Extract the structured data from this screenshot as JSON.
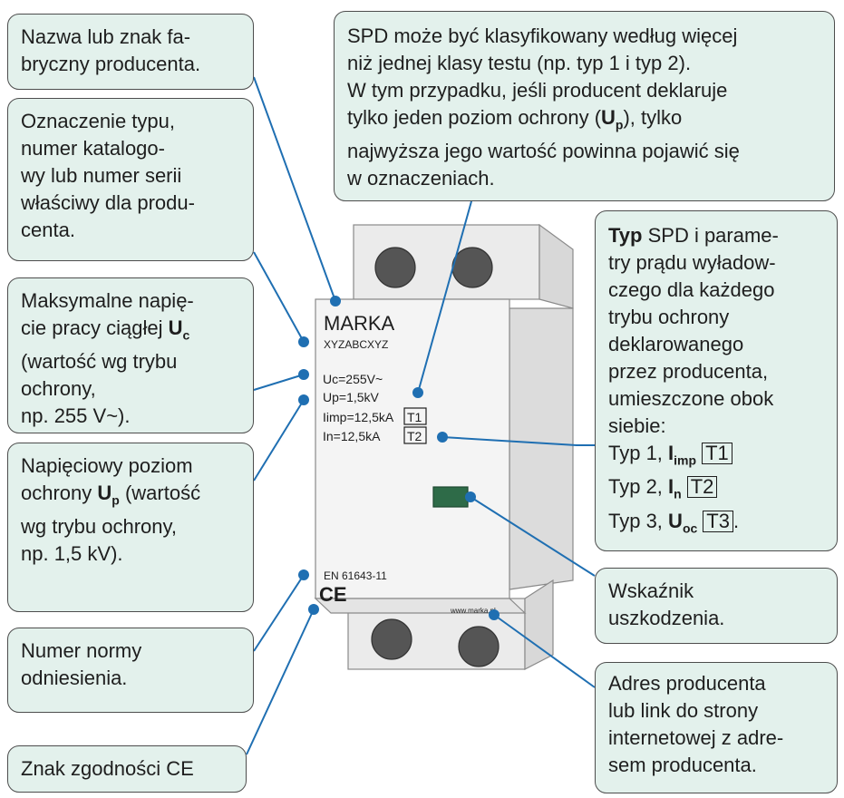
{
  "colors": {
    "callout_fill": "#e3f1ec",
    "callout_border": "#4d4d4d",
    "leader_line": "#1f6fb2",
    "device_body": "#f4f4f4",
    "device_lip": "#e4e4e4",
    "indicator": "#2e6b48"
  },
  "callouts": {
    "manufacturer": {
      "lines": [
        "Nazwa lub znak fa-",
        "bryczny producenta."
      ]
    },
    "type_designation": {
      "lines": [
        "Oznaczenie typu,",
        "numer katalogo-",
        "wy lub numer serii",
        "właściwy dla produ-",
        "centa."
      ]
    },
    "uc": {
      "line1": "Maksymalne napię-",
      "line2_text": "cie pracy ciągłej ",
      "line2_sym": "U",
      "line2_sub": "c",
      "line3": "(wartość wg trybu",
      "line4": "ochrony,",
      "line5": "np. 255 V~)."
    },
    "up": {
      "line1": "Napięciowy poziom",
      "line2_text": "ochrony ",
      "line2_sym": "U",
      "line2_sub": "p",
      "line2_after": " (wartość",
      "line3": "wg trybu ochrony,",
      "line4": "np. 1,5 kV)."
    },
    "standard": {
      "lines": [
        "Numer normy",
        "odniesienia."
      ]
    },
    "ce": {
      "lines": [
        "Znak zgodności CE"
      ]
    },
    "spd_class": {
      "line1": "SPD może być klasyfikowany według więcej",
      "line2": "niż jednej klasy testu (np. typ 1 i typ 2).",
      "line3": "W tym przypadku, jeśli producent deklaruje",
      "line4_a": "tylko jeden poziom ochrony (",
      "line4_sym": "U",
      "line4_sub": "p",
      "line4_b": "), tylko",
      "line5": "najwyższa jego wartość powinna pojawić się",
      "line6": "w oznaczeniach."
    },
    "typ": {
      "line1_bold": "Typ",
      "line1_rest": " SPD i parame-",
      "lines": [
        "try prądu wyładow-",
        "czego dla każdego",
        "trybu ochrony",
        "deklarowanego",
        "przez producenta,",
        "umieszczone obok",
        "siebie:"
      ],
      "rows": [
        {
          "label": "Typ 1, ",
          "sym": "I",
          "sub": "imp",
          "badge": "T1"
        },
        {
          "label": "Typ 2, ",
          "sym": "I",
          "sub": "n",
          "badge": "T2"
        },
        {
          "label": "Typ 3, ",
          "sym": "U",
          "sub": "oc",
          "badge": "T3",
          "end": "."
        }
      ]
    },
    "indicator": {
      "lines": [
        "Wskaźnik",
        "uszkodzenia."
      ]
    },
    "address": {
      "lines": [
        "Adres producenta",
        "lub link do strony",
        "internetowej z adre-",
        "sem producenta."
      ]
    }
  },
  "device": {
    "brand": "MARKA",
    "model": "XYZABCXYZ",
    "uc_label": "Uc=255V~",
    "up_label": "Up=1,5kV",
    "iimp_label": "Iimp=12,5kA",
    "t1_badge": "T1",
    "in_label": "In=12,5kA",
    "t2_badge": "T2",
    "standard": "EN 61643-11",
    "ce_mark": "CE",
    "url": "www.marka.pl"
  }
}
